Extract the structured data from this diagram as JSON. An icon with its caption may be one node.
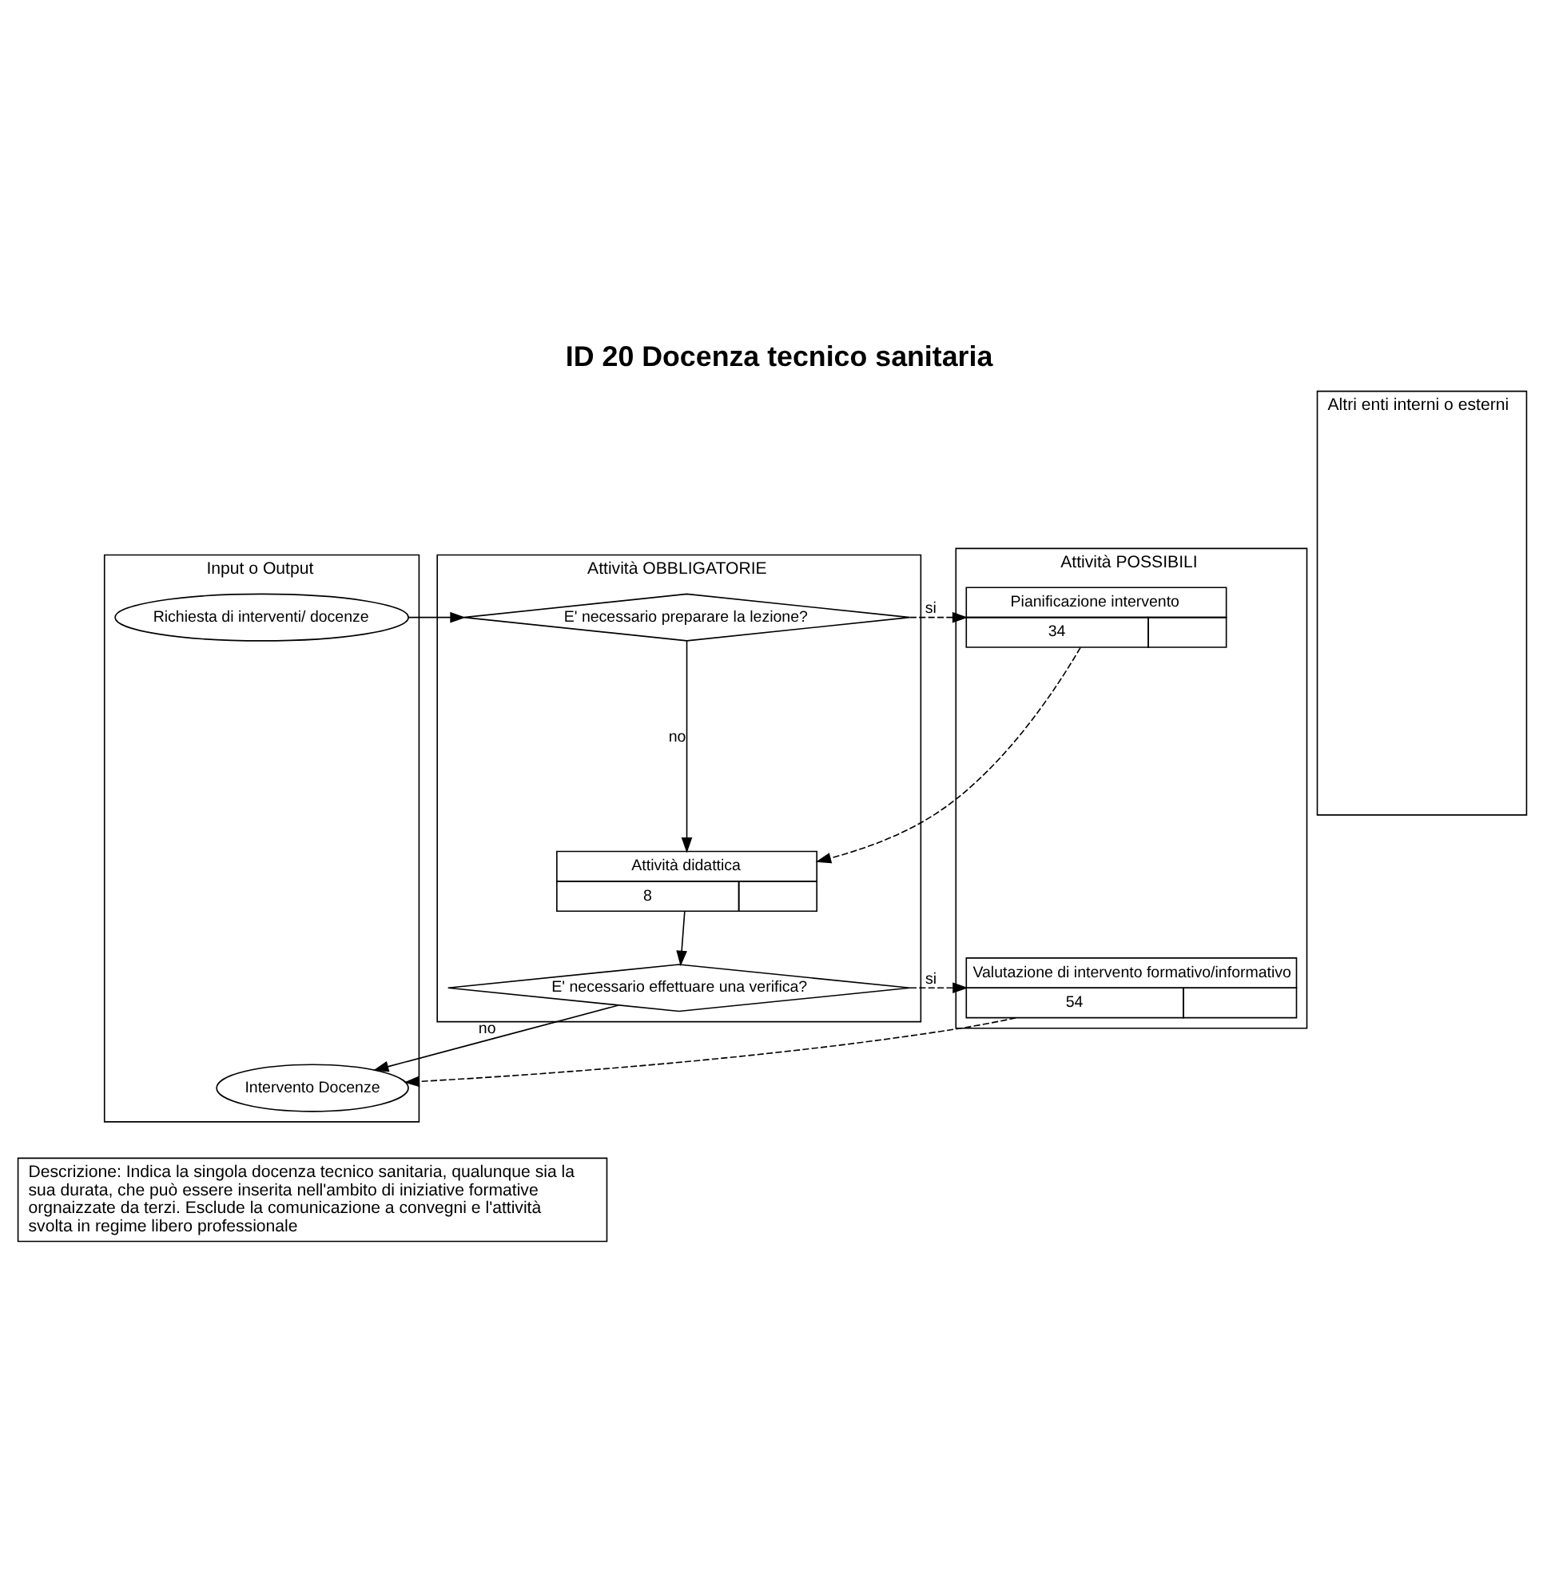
{
  "diagram": {
    "title": "ID 20 Docenza tecnico sanitaria",
    "caption": "Descrizione: Indica la singola docenza tecnico sanitaria, qualunque sia la sua durata, che può essere inserita nell'ambito di iniziative formative orgnaizzate da terzi. Esclude la comunicazione a convegni e l'attività svolta in regime libero professionale",
    "nodes": [
      {
        "text": [
          "Input o Output"
        ]
      },
      {
        "text": [
          "Attività OBBLIGATORIE"
        ]
      },
      {
        "text": [
          "Attività POSSIBILI"
        ]
      },
      {
        "text": [
          "Altri enti interni o esterni"
        ]
      },
      {
        "text": [
          "Richiesta di interventi/ docenze"
        ],
        "in": 0
      },
      {
        "text": [
          "E' necessario preparare la lezione?"
        ],
        "in": 1
      },
      {
        "text": [
          "Pianificazione intervento",
          "34"
        ],
        "in": 2
      },
      {
        "text": [
          "Attività didattica",
          "8"
        ],
        "in": 1
      },
      {
        "text": [
          "E' necessario effettuare una verifica?"
        ],
        "in": 1
      },
      {
        "text": [
          "Valutazione di intervento formativo/informativo",
          "54"
        ],
        "in": 2
      },
      {
        "text": [
          "Intervento Docenze"
        ],
        "in": 0
      }
    ],
    "edges": [
      {
        "from": 4,
        "to": 5,
        "arrow": "to"
      },
      {
        "from": 5,
        "to": 6,
        "arrow": "to",
        "label": "si",
        "style": "dashed"
      },
      {
        "from": 6,
        "to": 7,
        "arrow": "to",
        "style": "dashed"
      },
      {
        "from": 5,
        "to": 7,
        "arrow": "to",
        "label": "no"
      },
      {
        "from": 7,
        "to": 8,
        "arrow": "to"
      },
      {
        "from": 8,
        "to": 9,
        "arrow": "to",
        "label": "si",
        "style": "dashed"
      },
      {
        "from": 9,
        "to": 10,
        "arrow": "to",
        "style": "dashed"
      },
      {
        "from": 8,
        "to": 10,
        "arrow": "to",
        "label": "no"
      }
    ]
  }
}
